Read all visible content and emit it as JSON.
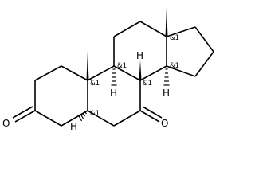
{
  "molecule": {
    "atoms": {
      "oxygen": "O",
      "hydrogen": "H"
    },
    "stereo_marker": "&1"
  }
}
